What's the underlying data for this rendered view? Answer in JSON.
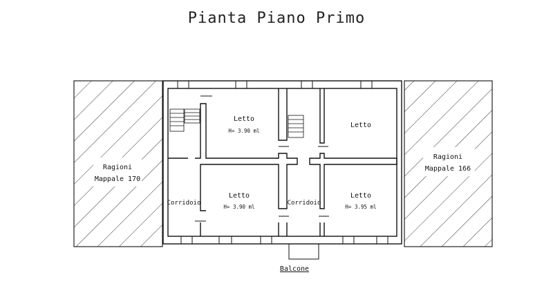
{
  "title": "Pianta Piano Primo",
  "left_area": {
    "line1": "Ragioni",
    "line2": "Mappale 170"
  },
  "right_area": {
    "line1": "Ragioni",
    "line2": "Mappale 166"
  },
  "rooms": [
    {
      "name": "Letto",
      "height": "H= 3.90 ml"
    },
    {
      "name": "Letto"
    },
    {
      "name": "Letto",
      "height": "H= 3.90 ml"
    },
    {
      "name": "Letto",
      "height": "H= 3.95 ml"
    }
  ],
  "corridors": [
    "Corridoio",
    "Corridoio"
  ],
  "balcony": "Balcone"
}
